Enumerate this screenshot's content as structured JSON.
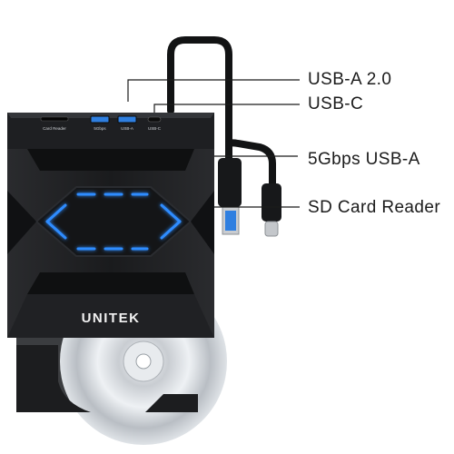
{
  "callouts": {
    "usb_a_20": "USB-A 2.0",
    "usb_c": "USB-C",
    "usb_a_5gbps": "5Gbps USB-A",
    "sd_card_reader": "SD Card Reader"
  },
  "port_labels": {
    "card_reader": "Card Reader",
    "five_gbps": "5Gbps",
    "usb_a": "USB-A",
    "usb_c": "USB-C"
  },
  "brand": {
    "logo": "UNITEK"
  },
  "colors": {
    "body": "#1c1d1f",
    "body_dark": "#0e0f10",
    "accent_led": "#2f8cff",
    "usb_port_blue": "#2f7fe0",
    "disc": "#d9dde2",
    "background": "#ffffff"
  }
}
